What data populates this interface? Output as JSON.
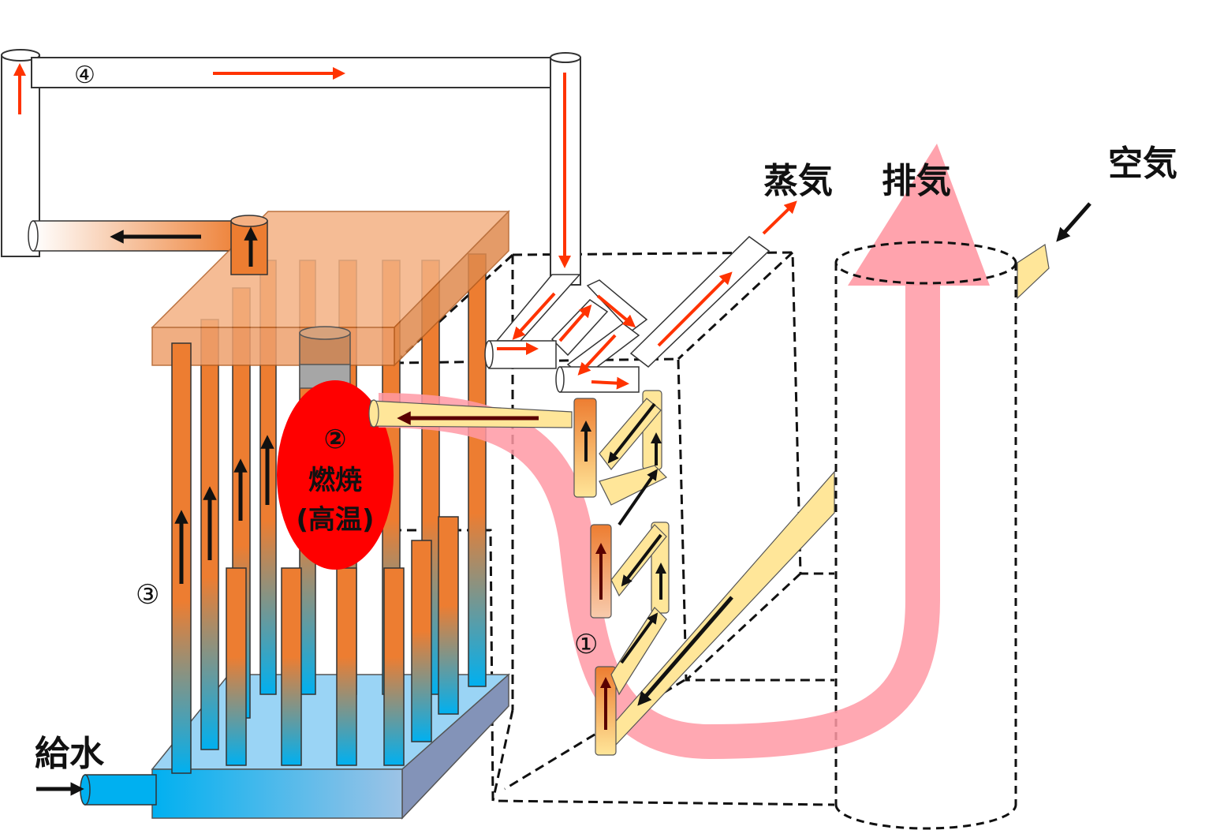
{
  "labels": {
    "steam": "蒸気",
    "exhaust": "排気",
    "air": "空気",
    "feedwater": "給水",
    "combustion_num": "②",
    "combustion": "燃焼",
    "high_temp": "(高温)",
    "num_1": "①",
    "num_3": "③",
    "num_4": "④"
  },
  "colors": {
    "hot_red": "#ff0000",
    "flow_red": "#ff3300",
    "tube_orange": "#ed7d31",
    "drum_orange": "#f4b183",
    "water_blue": "#00b0f0",
    "air_yellow": "#ffe699",
    "exhaust_pink": "#ff99a4"
  },
  "icons": {
    "flow_arrow": "arrow-icon",
    "flame": "flame-icon"
  }
}
